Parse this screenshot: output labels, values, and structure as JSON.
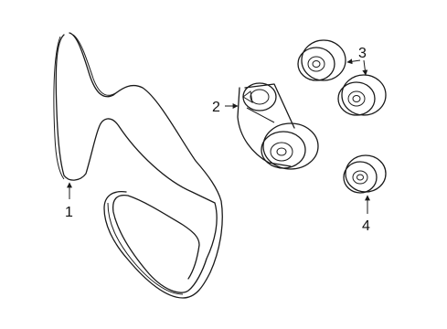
{
  "diagram": {
    "callouts": [
      {
        "id": "1",
        "label": "1"
      },
      {
        "id": "2",
        "label": "2"
      },
      {
        "id": "3",
        "label": "3"
      },
      {
        "id": "4",
        "label": "4"
      }
    ],
    "colors": {
      "line": "#1a1a1a",
      "background": "#ffffff"
    }
  }
}
